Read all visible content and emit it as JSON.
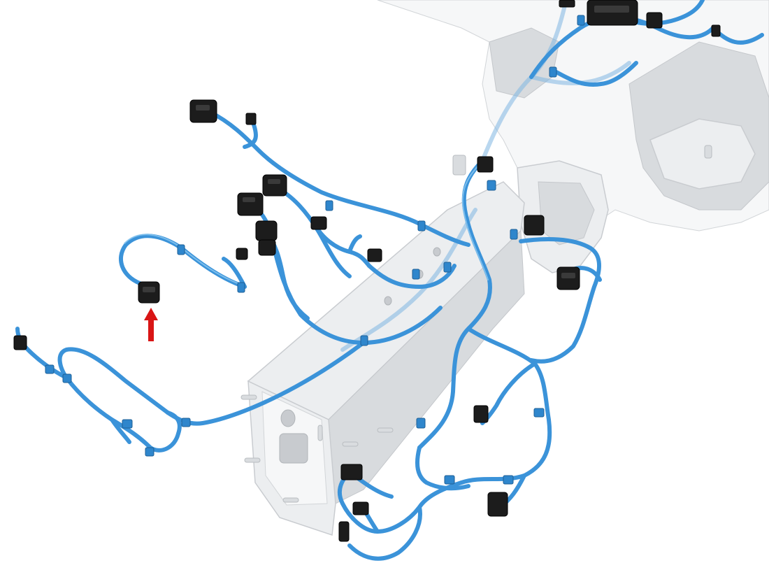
{
  "diagram": {
    "subject": "engine-compartment-wiring-harness",
    "colors": {
      "harness": "#3b93d9",
      "connector": "#1c1c1c",
      "body": "#eceef0",
      "pointer_arrow": "#d91515"
    },
    "pointer": {
      "icon": "red-up-arrow",
      "target": "highlighted-connector"
    }
  }
}
